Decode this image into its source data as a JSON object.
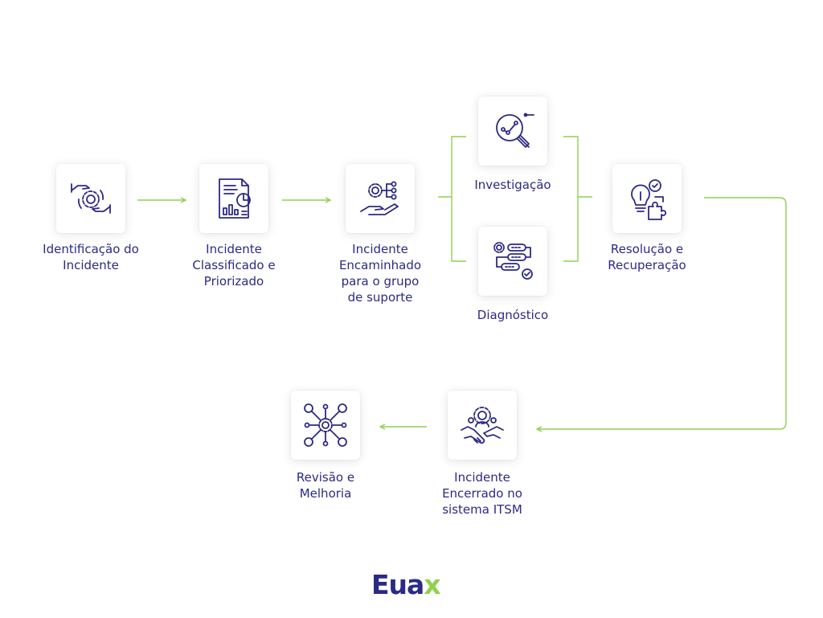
{
  "colors": {
    "text": "#2b2a86",
    "icon": "#2b2a86",
    "connector": "#8fd14f",
    "accent": "#8fd14f"
  },
  "steps": [
    {
      "label": "Identificação do\nIncidente",
      "icon": "hands-gear-icon"
    },
    {
      "label": "Incidente\nClassificado e\nPriorizado",
      "icon": "report-chart-icon"
    },
    {
      "label": "Incidente\nEncaminhado\npara o grupo\nde suporte",
      "icon": "hand-network-gear-icon"
    },
    {
      "label": "Investigação",
      "icon": "magnifier-analytics-icon"
    },
    {
      "label": "Diagnóstico",
      "icon": "process-flow-icon"
    },
    {
      "label": "Resolução e\nRecuperação",
      "icon": "bulb-puzzle-icon"
    },
    {
      "label": "Incidente\nEncerrado no\nsistema ITSM",
      "icon": "handshake-team-icon"
    },
    {
      "label": "Revisão e\nMelhoria",
      "icon": "network-hub-icon"
    }
  ],
  "logo": {
    "main": "Eua",
    "last": "x"
  }
}
